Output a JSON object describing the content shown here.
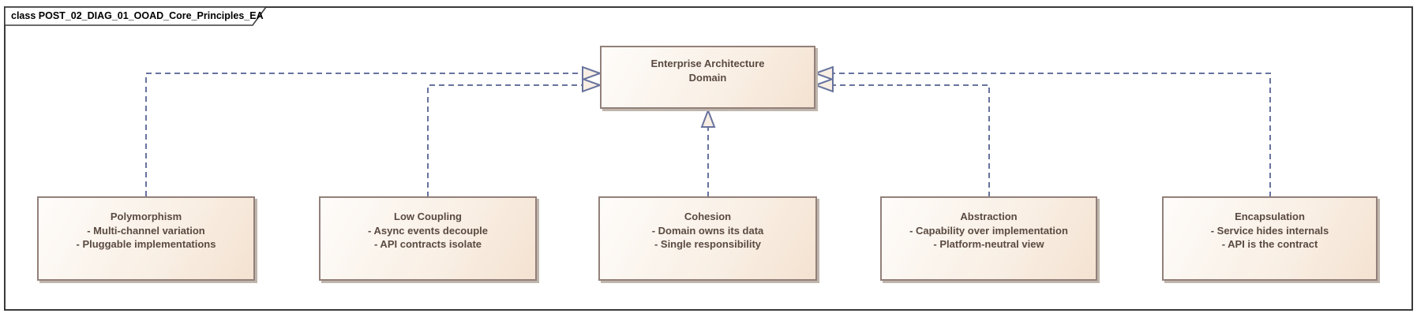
{
  "frame": {
    "label": "class POST_02_DIAG_01_OOAD_Core_Principles_EA"
  },
  "parent_box": {
    "name_line1": "Enterprise Architecture",
    "name_line2": "Domain"
  },
  "principles": [
    {
      "title": "Polymorphism",
      "lines": [
        "- Multi-channel variation",
        "- Pluggable implementations"
      ]
    },
    {
      "title": "Low Coupling",
      "lines": [
        "- Async events decouple",
        "- API contracts isolate"
      ]
    },
    {
      "title": "Cohesion",
      "lines": [
        "- Domain owns its data",
        "- Single responsibility"
      ]
    },
    {
      "title": "Abstraction",
      "lines": [
        "- Capability over implementation",
        "- Platform-neutral view"
      ]
    },
    {
      "title": "Encapsulation",
      "lines": [
        "- Service hides internals",
        "- API is the contract"
      ]
    }
  ],
  "colors": {
    "connector": "#68739e",
    "frame_border": "#3a3a3a",
    "box_border": "#93randomize",
    "box-border": "#93807a",
    "box-fill-1": "#fefcfa",
    "box-fill-2": "#f9efe4",
    "box-fill-3": "#f4e2d1",
    "box-text": "#5a4a41",
    "shadow": "#beb5ac",
    "tri-fill": "#f8eee4"
  }
}
